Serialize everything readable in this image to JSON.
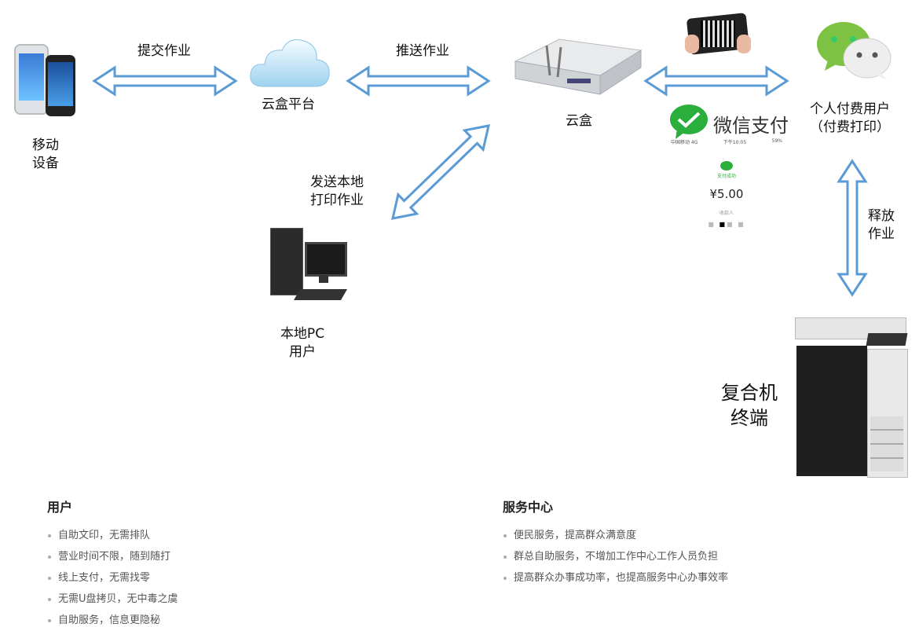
{
  "nodes": {
    "mobile": "移动\n设备",
    "cloud": "云盒平台",
    "box": "云盒",
    "pc": "本地PC\n用户",
    "paid_user": "个人付费用户\n（付费打印）",
    "mfp": "复合机\n终端",
    "wechat_pay": "微信支付"
  },
  "edges": {
    "submit": "提交作业",
    "push": "推送作业",
    "send_local": "发送本地\n打印作业",
    "release": "释放\n作业"
  },
  "payment_screen": {
    "carrier": "中国移动 4G",
    "time": "下午10:05",
    "battery": "59%",
    "status": "支付成功",
    "amount": "¥5.00",
    "payee": "收款人"
  },
  "users": {
    "title": "用户",
    "items": [
      "自助文印，无需排队",
      "营业时间不限，随到随打",
      "线上支付，无需找零",
      "无需U盘拷贝，无中毒之虞",
      "自助服务，信息更隐秘"
    ]
  },
  "service": {
    "title": "服务中心",
    "items": [
      "便民服务，提高群众满意度",
      "群总自助服务，不增加工作中心工作人员负担",
      "提高群众办事成功率，也提高服务中心办事效率"
    ]
  },
  "colors": {
    "arrow": "#5b9bd5",
    "wechat": "#2aae3c"
  }
}
